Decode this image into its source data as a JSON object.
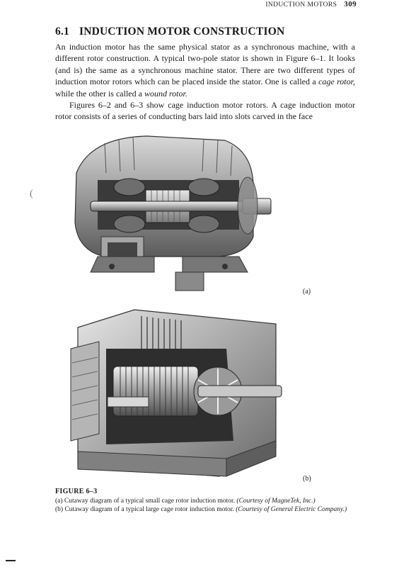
{
  "header": {
    "running_title": "INDUCTION MOTORS",
    "page_number": "309"
  },
  "section": {
    "number": "6.1",
    "title": "INDUCTION MOTOR CONSTRUCTION"
  },
  "paragraphs": {
    "p1": {
      "before_cage": "An induction motor has the same physical stator as a synchronous machine, with a different rotor construction. A typical two-pole stator is shown in Figure 6–1. It looks (and is) the same as a synchronous machine stator. There are two different types of induction motor rotors which can be placed inside the stator. One is called a ",
      "cage_term": "cage rotor,",
      "middle": " while the other is called a ",
      "wound_term": "wound rotor.",
      "after": ""
    },
    "p2": "Figures 6–2 and 6–3 show cage induction motor rotors. A cage induction motor rotor consists of a series of conducting bars laid into slots carved in the face"
  },
  "figure": {
    "label_a": "(a)",
    "label_b": "(b)",
    "caption_title": "FIGURE 6–3",
    "caption_a_text": "(a) Cutaway diagram of a typical small cage rotor induction motor. ",
    "caption_a_credit": "(Courtesy of MagneTek, Inc.)",
    "caption_b_text": "(b) Cutaway diagram of a typical large cage rotor induction motor. ",
    "caption_b_credit": "(Courtesy of General Electric Company.)"
  }
}
